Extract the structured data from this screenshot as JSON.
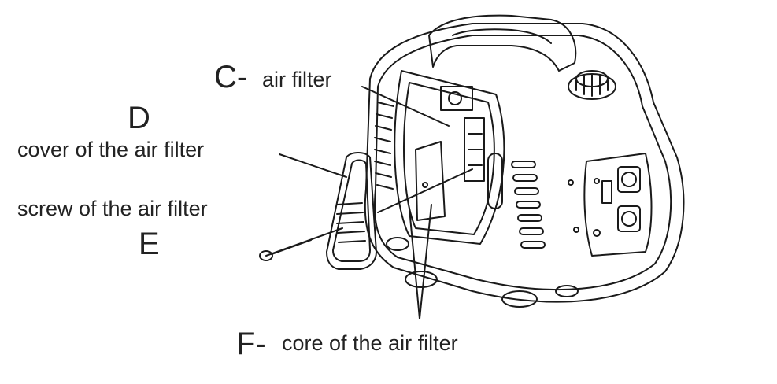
{
  "labels": {
    "c_letter": "C-",
    "c_text": "air filter",
    "d_letter": "D",
    "d_text": "cover of the air filter",
    "e_text": "screw of the air filter",
    "e_letter": "E",
    "f_letter": "F-",
    "f_text": "core of the air filter"
  },
  "colors": {
    "ink": "#222222",
    "line": "#1a1a1a",
    "background": "#ffffff"
  }
}
